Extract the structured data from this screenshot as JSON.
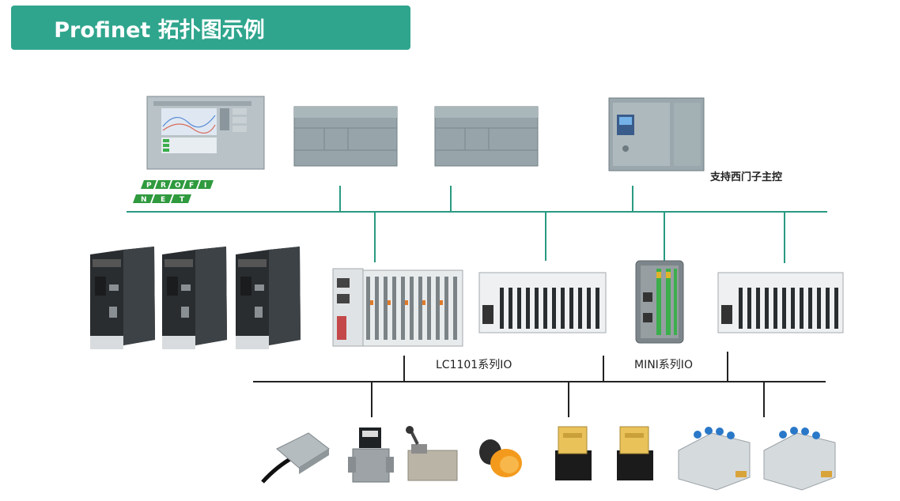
{
  "title": "Profinet 拓扑图示例",
  "labels": {
    "siemens_master": "支持西门子主控",
    "lc1101": "LC1101系列IO",
    "mini": "MINI系列IO"
  },
  "profinet_logo": "PROFINET",
  "colors": {
    "banner": "#2fa58d",
    "bus_line": "#2a9a82",
    "field_bus": "#222222",
    "plc_body": "#8f9fa4",
    "logo_green": "#2f9a3e"
  }
}
